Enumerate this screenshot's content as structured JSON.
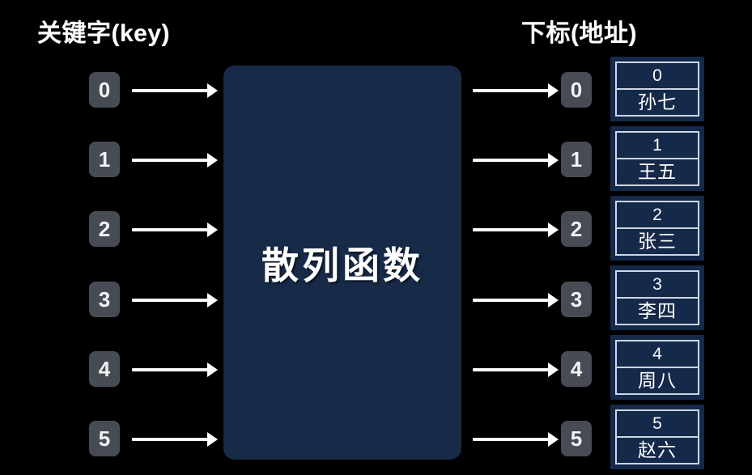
{
  "headers": {
    "left": "关键字(key)",
    "right": "下标(地址)"
  },
  "hash_function": {
    "label": "散列函数"
  },
  "keys": [
    "0",
    "1",
    "2",
    "3",
    "4",
    "5"
  ],
  "indices": [
    "0",
    "1",
    "2",
    "3",
    "4",
    "5"
  ],
  "table": {
    "slots": [
      {
        "index": "0",
        "value": "孙七"
      },
      {
        "index": "1",
        "value": "王五"
      },
      {
        "index": "2",
        "value": "张三"
      },
      {
        "index": "3",
        "value": "李四"
      },
      {
        "index": "4",
        "value": "周八"
      },
      {
        "index": "5",
        "value": "赵六"
      }
    ]
  },
  "colors": {
    "background": "#000000",
    "chip": "#474c54",
    "hash_box": "#172b48",
    "slot_fill": "#15294a",
    "slot_border": "#cdd6e4",
    "text": "#ffffff"
  },
  "layout": {
    "row_tops": [
      89,
      175,
      261,
      348,
      434,
      520
    ],
    "arrow_tops": [
      103,
      189,
      275,
      362,
      448,
      534
    ]
  }
}
